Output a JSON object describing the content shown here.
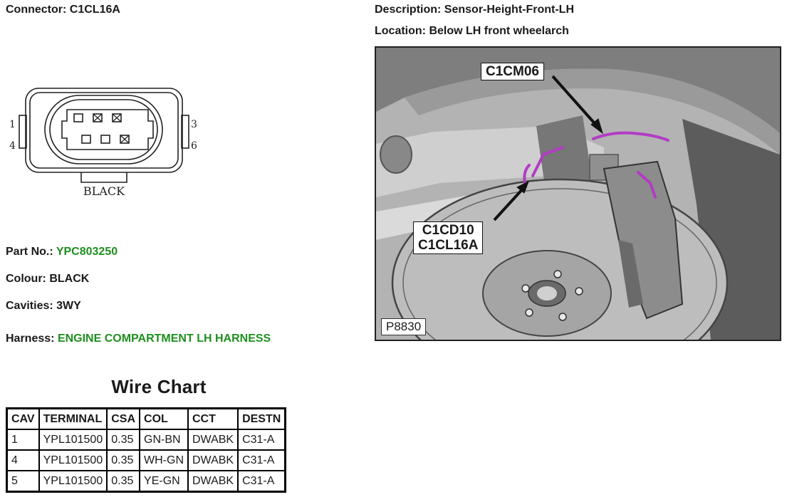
{
  "connector": {
    "label": "Connector:",
    "value": "C1CL16A"
  },
  "description": {
    "label": "Description:",
    "value": "Sensor-Height-Front-LH"
  },
  "location": {
    "label": "Location:",
    "value": "Below LH front wheelarch"
  },
  "diagram": {
    "color_text": "BLACK",
    "pins": {
      "p1": "1",
      "p3": "3",
      "p4": "4",
      "p6": "6"
    }
  },
  "part_no": {
    "label": "Part No.:",
    "value": "YPC803250"
  },
  "colour": {
    "label": "Colour:",
    "value": "BLACK"
  },
  "cavities": {
    "label": "Cavities:",
    "value": "3WY"
  },
  "harness": {
    "label": "Harness:",
    "value": "ENGINE COMPARTMENT LH HARNESS"
  },
  "wire_chart": {
    "title": "Wire Chart",
    "headers": [
      "CAV",
      "TERMINAL",
      "CSA",
      "COL",
      "CCT",
      "DESTN"
    ],
    "rows": [
      [
        "1",
        "YPL101500",
        "0.35",
        "GN-BN",
        "DWABK",
        "C31-A"
      ],
      [
        "4",
        "YPL101500",
        "0.35",
        "WH-GN",
        "DWABK",
        "C31-A"
      ],
      [
        "5",
        "YPL101500",
        "0.35",
        "YE-GN",
        "DWABK",
        "C31-A"
      ]
    ]
  },
  "photo": {
    "callout_top": "C1CM06",
    "callout_bottom_1": "C1CD10",
    "callout_bottom_2": "C1CL16A",
    "ref": "P8830"
  },
  "colors": {
    "link_green": "#1e8f1e",
    "harness_magenta": "#b23cc4"
  }
}
